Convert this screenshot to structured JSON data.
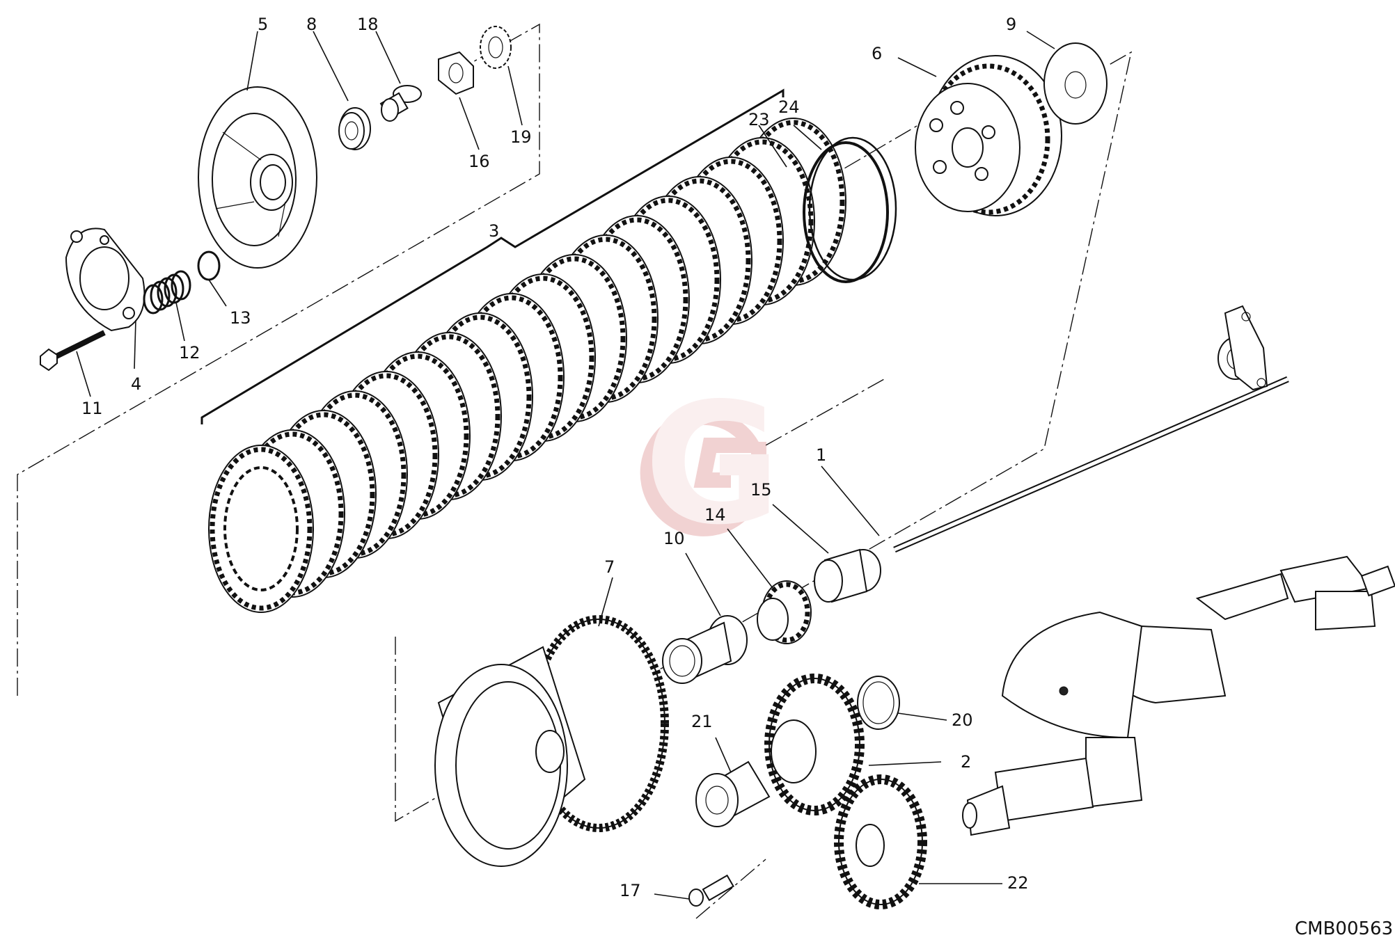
{
  "drawing_code": "CMB00563",
  "watermark_letter": "G",
  "colors": {
    "line": "#111111",
    "background": "#ffffff",
    "watermark": "#d98080"
  },
  "callouts": [
    {
      "id": "1",
      "text": "1"
    },
    {
      "id": "2",
      "text": "2"
    },
    {
      "id": "3",
      "text": "3"
    },
    {
      "id": "4",
      "text": "4"
    },
    {
      "id": "5",
      "text": "5"
    },
    {
      "id": "6",
      "text": "6"
    },
    {
      "id": "7",
      "text": "7"
    },
    {
      "id": "8",
      "text": "8"
    },
    {
      "id": "9",
      "text": "9"
    },
    {
      "id": "10",
      "text": "10"
    },
    {
      "id": "11",
      "text": "11"
    },
    {
      "id": "12",
      "text": "12"
    },
    {
      "id": "13",
      "text": "13"
    },
    {
      "id": "14",
      "text": "14"
    },
    {
      "id": "15",
      "text": "15"
    },
    {
      "id": "16",
      "text": "16"
    },
    {
      "id": "17",
      "text": "17"
    },
    {
      "id": "18",
      "text": "18"
    },
    {
      "id": "19",
      "text": "19"
    },
    {
      "id": "20",
      "text": "20"
    },
    {
      "id": "21",
      "text": "21"
    },
    {
      "id": "22",
      "text": "22"
    },
    {
      "id": "23",
      "text": "23"
    },
    {
      "id": "24",
      "text": "24"
    }
  ]
}
